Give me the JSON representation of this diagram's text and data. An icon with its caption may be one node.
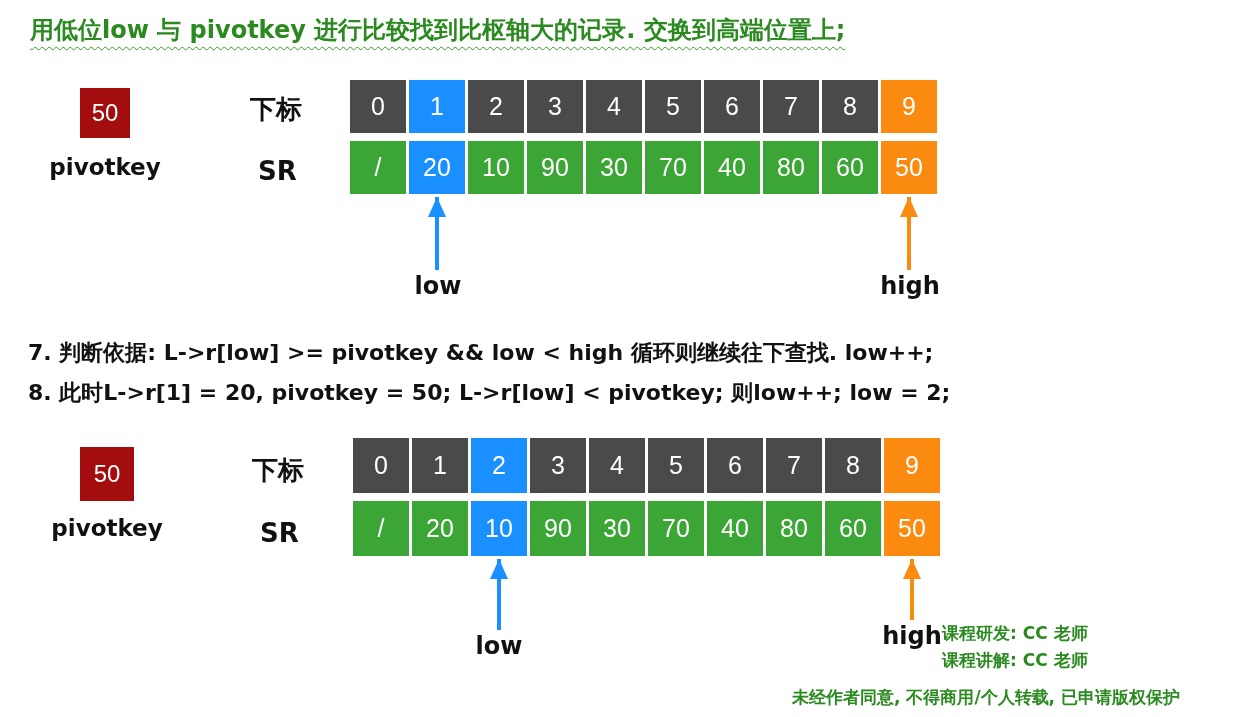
{
  "diagram": {
    "title": "用低位low 与 pivotkey 进行比较找到比枢轴大的记录. 交换到高端位置上;",
    "nodes": [
      {
        "text": [
          "50"
        ],
        "beside": [
          "pivotkey"
        ]
      },
      {
        "text": [
          "0"
        ]
      },
      {
        "text": [
          "1"
        ]
      },
      {
        "text": [
          "2"
        ]
      },
      {
        "text": [
          "3"
        ]
      },
      {
        "text": [
          "4"
        ]
      },
      {
        "text": [
          "5"
        ]
      },
      {
        "text": [
          "6"
        ]
      },
      {
        "text": [
          "7"
        ]
      },
      {
        "text": [
          "8"
        ]
      },
      {
        "text": [
          "9"
        ]
      },
      {
        "text": [
          "/"
        ]
      },
      {
        "text": [
          "20"
        ]
      },
      {
        "text": [
          "10"
        ]
      },
      {
        "text": [
          "90"
        ]
      },
      {
        "text": [
          "30"
        ]
      },
      {
        "text": [
          "70"
        ]
      },
      {
        "text": [
          "40"
        ]
      },
      {
        "text": [
          "80"
        ]
      },
      {
        "text": [
          "60"
        ]
      },
      {
        "text": [
          "50"
        ]
      },
      {
        "text": [
          "low"
        ]
      },
      {
        "text": [
          "high"
        ]
      },
      {
        "text": [
          "50"
        ],
        "beside": [
          "pivotkey"
        ]
      },
      {
        "text": [
          "0"
        ]
      },
      {
        "text": [
          "1"
        ]
      },
      {
        "text": [
          "2"
        ]
      },
      {
        "text": [
          "3"
        ]
      },
      {
        "text": [
          "4"
        ]
      },
      {
        "text": [
          "5"
        ]
      },
      {
        "text": [
          "6"
        ]
      },
      {
        "text": [
          "7"
        ]
      },
      {
        "text": [
          "8"
        ]
      },
      {
        "text": [
          "9"
        ]
      },
      {
        "text": [
          "/"
        ]
      },
      {
        "text": [
          "20"
        ]
      },
      {
        "text": [
          "10"
        ]
      },
      {
        "text": [
          "90"
        ]
      },
      {
        "text": [
          "30"
        ]
      },
      {
        "text": [
          "70"
        ]
      },
      {
        "text": [
          "40"
        ]
      },
      {
        "text": [
          "80"
        ]
      },
      {
        "text": [
          "60"
        ]
      },
      {
        "text": [
          "50"
        ]
      },
      {
        "text": [
          "low"
        ]
      },
      {
        "text": [
          "high"
        ]
      }
    ],
    "edges": [
      {
        "from": 21,
        "to": 12,
        "arrow": "to",
        "color": "#1a8fff"
      },
      {
        "from": 22,
        "to": 20,
        "arrow": "to",
        "color": "#fa8a10"
      },
      {
        "from": 44,
        "to": 36,
        "arrow": "to",
        "color": "#1a8fff"
      },
      {
        "from": 45,
        "to": 43,
        "arrow": "to",
        "color": "#fa8a10"
      }
    ],
    "labels": [
      "下标",
      "SR",
      "7. 判断依据: L->r[low] >= pivotkey && low < high 循环则继续往下查找. low++;",
      "8. 此时L->r[1] = 20, pivotkey = 50; L->r[low] < pivotkey; 则low++; low = 2;",
      "下标",
      "SR",
      "课程研发: CC 老师",
      "课程讲解: CC 老师",
      "未经作者同意, 不得商用/个人转载, 已申请版权保护"
    ]
  }
}
